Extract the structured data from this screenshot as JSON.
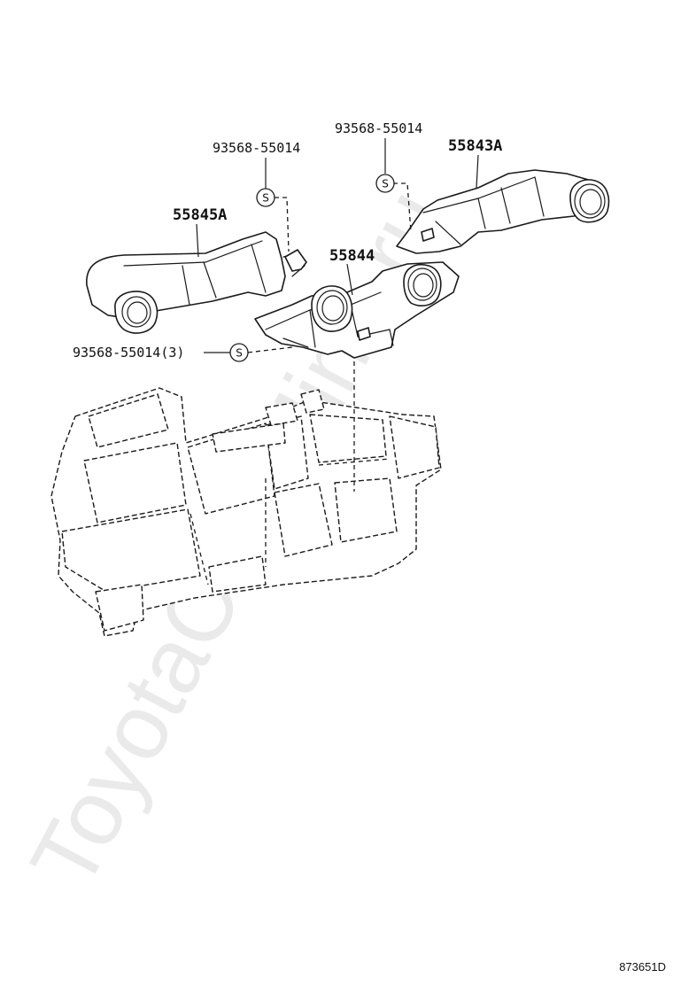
{
  "watermark": "ToyotaCamMine.ru",
  "labels": {
    "clip_top_left": "93568-55014",
    "clip_top_right": "93568-55014",
    "duct_right": "55843A",
    "duct_left": "55845A",
    "duct_center": "55844",
    "clip_bottom": "93568-55014(3)"
  },
  "symbol_letter": "S",
  "reference_code": "873651D"
}
